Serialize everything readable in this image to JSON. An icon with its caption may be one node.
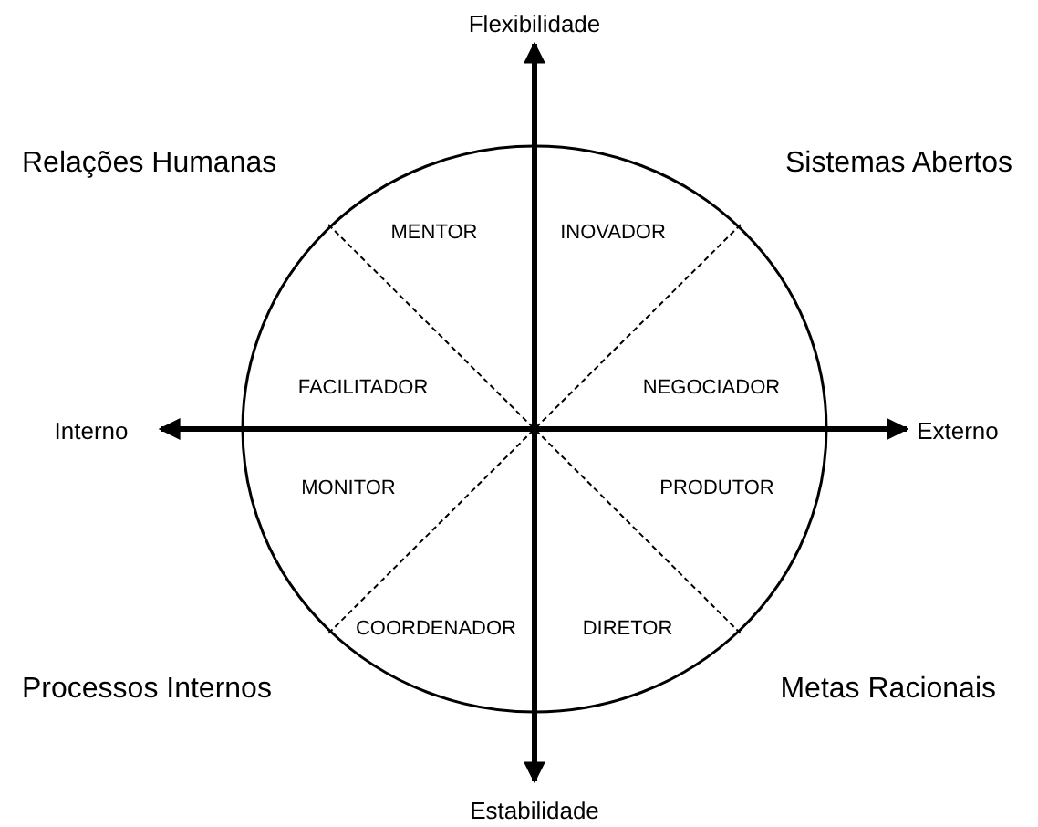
{
  "diagram": {
    "labels": [
      "Flexibilidade",
      "Relações Humanas",
      "Sistemas Abertos",
      "MENTOR",
      "INOVADOR",
      "FACILITADOR",
      "NEGOCIADOR",
      "Interno",
      "Externo",
      "MONITOR",
      "PRODUTOR",
      "COORDENADOR",
      "DIRETOR",
      "Processos Internos",
      "Metas Racionais",
      "Estabilidade"
    ]
  }
}
